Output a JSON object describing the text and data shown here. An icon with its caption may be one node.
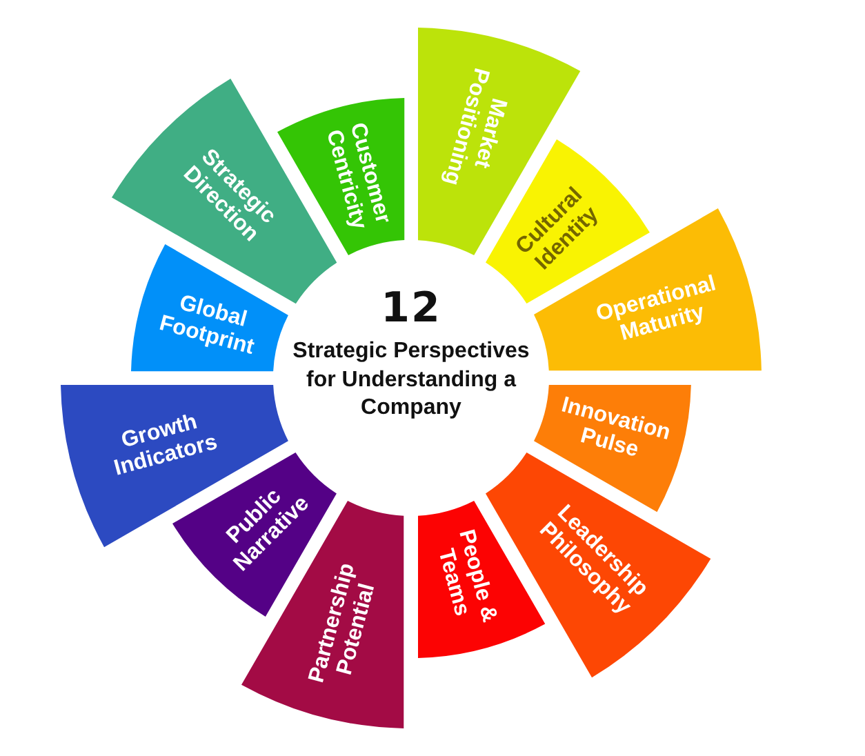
{
  "diagram": {
    "title": "Strategic Perspectives for Understanding a Company",
    "nodes": [
      {
        "text": [
          "Market Positioning"
        ]
      },
      {
        "text": [
          "Cultural Identity"
        ]
      },
      {
        "text": [
          "Operational Maturity"
        ]
      },
      {
        "text": [
          "Innovation Pulse"
        ]
      },
      {
        "text": [
          "Leadership Philosophy"
        ]
      },
      {
        "text": [
          "People & Teams"
        ]
      },
      {
        "text": [
          "Partnership Potential"
        ]
      },
      {
        "text": [
          "Public Narrative"
        ]
      },
      {
        "text": [
          "Growth Indicators"
        ]
      },
      {
        "text": [
          "Global Footprint"
        ]
      },
      {
        "text": [
          "Strategic Direction"
        ]
      },
      {
        "text": [
          "Customer Centricity"
        ]
      }
    ],
    "labels": [
      "12"
    ]
  }
}
